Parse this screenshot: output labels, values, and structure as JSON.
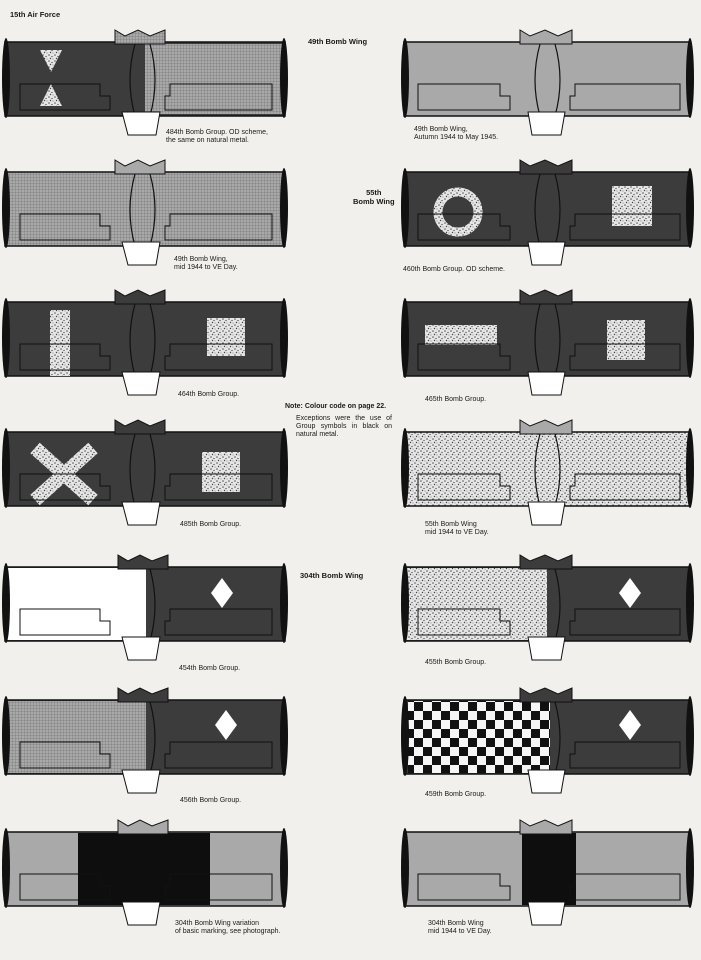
{
  "page_title": "15th Air Force",
  "headings": {
    "wing49": "49th Bomb Wing",
    "wing55_line1": "55th",
    "wing55_line2": "Bomb Wing",
    "wing304": "304th Bomb Wing"
  },
  "note": {
    "title": "Note: Colour code on page 22.",
    "body": "Exceptions were the use of Group symbols in black on natural metal."
  },
  "captions": {
    "c1": [
      "484th Bomb Group. OD scheme,",
      "the same on natural metal."
    ],
    "c2": [
      "49th Bomb Wing,",
      "Autumn 1944 to May 1945."
    ],
    "c3": [
      "49th Bomb Wing,",
      "mid 1944 to VE Day."
    ],
    "c4": [
      "460th Bomb Group. OD scheme."
    ],
    "c5": [
      "464th Bomb Group."
    ],
    "c6": [
      "465th Bomb Group."
    ],
    "c7": [
      "485th Bomb Group."
    ],
    "c8": [
      "55th Bomb Wing",
      "mid 1944 to VE Day."
    ],
    "c9": [
      "454th Bomb Group."
    ],
    "c10": [
      "455th Bomb Group."
    ],
    "c11": [
      "456th Bomb Group."
    ],
    "c12": [
      "459th Bomb Group."
    ],
    "c13": [
      "304th Bomb Wing variation",
      "of basic marking, see photograph."
    ],
    "c14": [
      "304th Bomb Wing",
      "mid 1944 to VE Day."
    ]
  },
  "colors": {
    "olive_drab": "#3c3c3c",
    "outline": "#111111",
    "light_grey": "#a9a9a9",
    "white": "#ffffff",
    "black": "#0e0e0e",
    "paper": "#f2f0ec"
  }
}
